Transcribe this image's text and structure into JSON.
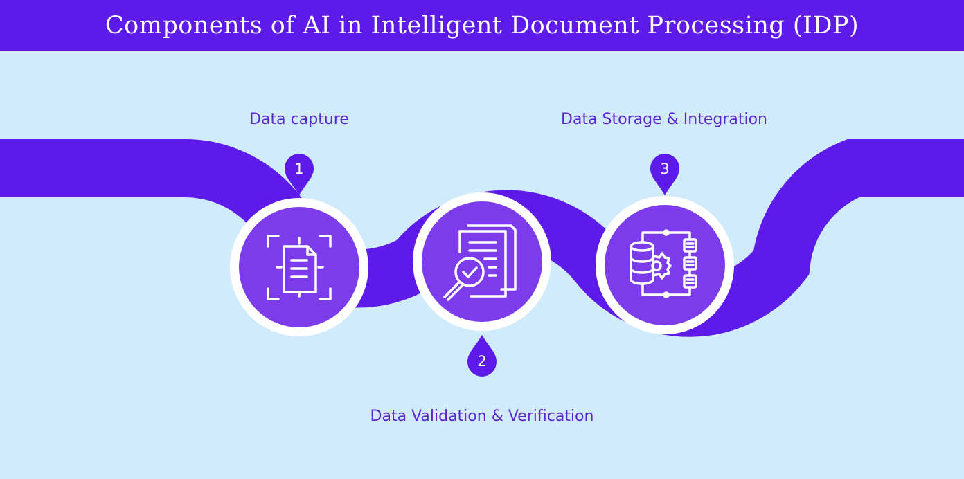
{
  "title": "Components of AI in Intelligent Document Processing (IDP)",
  "colors": {
    "background": "#d0ebfb",
    "band": "#5d1ae8",
    "circle_fill": "#7c3cec",
    "label_text": "#5a25c9",
    "white": "#ffffff"
  },
  "steps": [
    {
      "number": "1",
      "label": "Data capture",
      "icon": "document-scan-icon"
    },
    {
      "number": "2",
      "label": "Data Validation & Verification",
      "icon": "document-check-magnifier-icon"
    },
    {
      "number": "3",
      "label": "Data Storage & Integration",
      "icon": "database-gear-integration-icon"
    }
  ]
}
